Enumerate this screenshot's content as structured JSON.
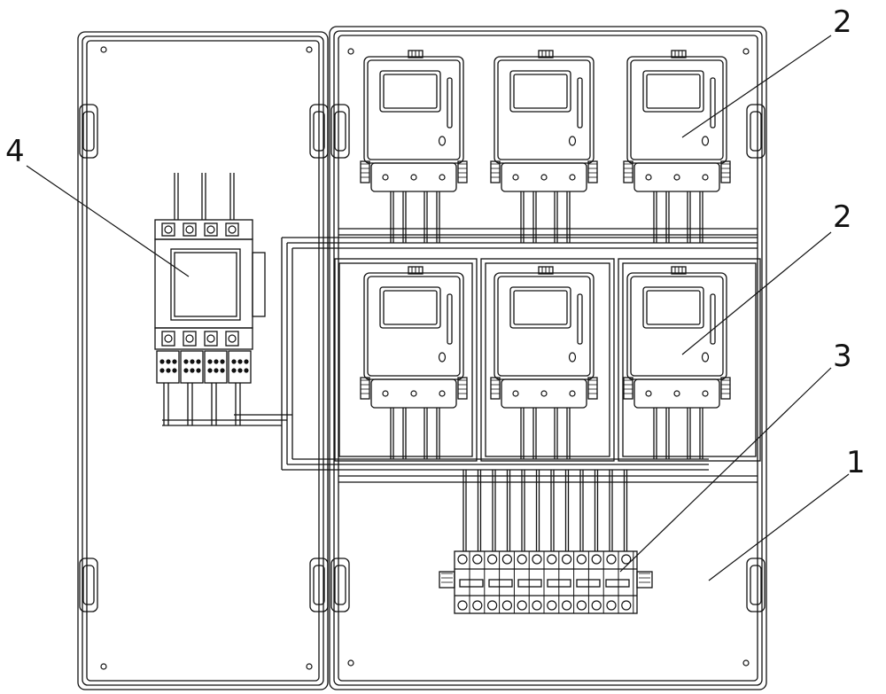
{
  "diagram": {
    "labels": {
      "enclosure": "1",
      "meters_top": "2",
      "meters_bottom": "2",
      "terminal_block": "3",
      "breaker": "4"
    },
    "meters_per_row": 3,
    "meter_rows": 2,
    "terminal_count": 12,
    "breaker_poles": 4,
    "line_color": "#111111",
    "background_color": "#ffffff"
  }
}
